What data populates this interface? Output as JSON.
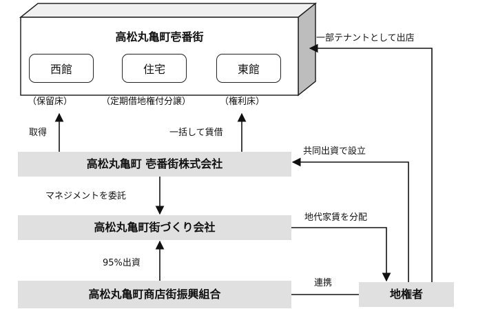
{
  "building": {
    "title": "高松丸亀町壱番街",
    "rooms": [
      "西館",
      "住宅",
      "東館"
    ],
    "ownership": [
      "（保留床）",
      "（定期借地権付分譲）",
      "（権利床）"
    ]
  },
  "entities": {
    "company": "高松丸亀町 壱番街株式会社",
    "machizukuri": "高松丸亀町街づくり会社",
    "union": "高松丸亀町商店街振興組合",
    "landowners": "地権者"
  },
  "arrows": {
    "acquire": "取得",
    "lease": "一括して賃借",
    "tenant": "一部テナントとして出店",
    "joint": "共同出資で設立",
    "management": "マネジメントを委託",
    "distribute": "地代家賃を分配",
    "investment": "95%出資",
    "cooperation": "連携"
  }
}
